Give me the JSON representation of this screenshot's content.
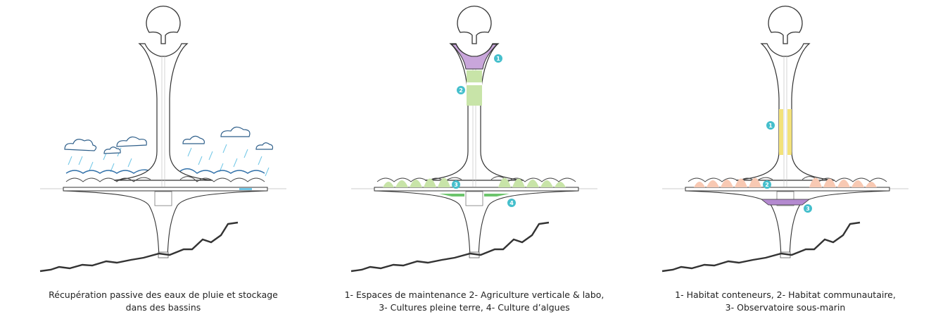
{
  "colors": {
    "badge": "#45bfcc",
    "purple": "#c9a6db",
    "green": "#c8e4a8",
    "darkgreen": "#6cc46c",
    "peach": "#f8c9b3",
    "yellow": "#f3e27a",
    "rain": "#6fc6e6",
    "wave": "#2f6fa8"
  },
  "panels": [
    {
      "caption_line1": "Récupération passive des eaux de pluie et stockage",
      "caption_line2": "dans des bassins"
    },
    {
      "caption_line1": "1- Espaces de maintenance 2- Agriculture verticale & labo,",
      "caption_line2": "3- Cultures pleine terre, 4- Culture d’algues",
      "badges": [
        "1",
        "2",
        "3",
        "4"
      ]
    },
    {
      "caption_line1": "1- Habitat conteneurs, 2- Habitat communautaire,",
      "caption_line2": "3- Observatoire sous-marin",
      "badges": [
        "1",
        "2",
        "3"
      ]
    }
  ]
}
